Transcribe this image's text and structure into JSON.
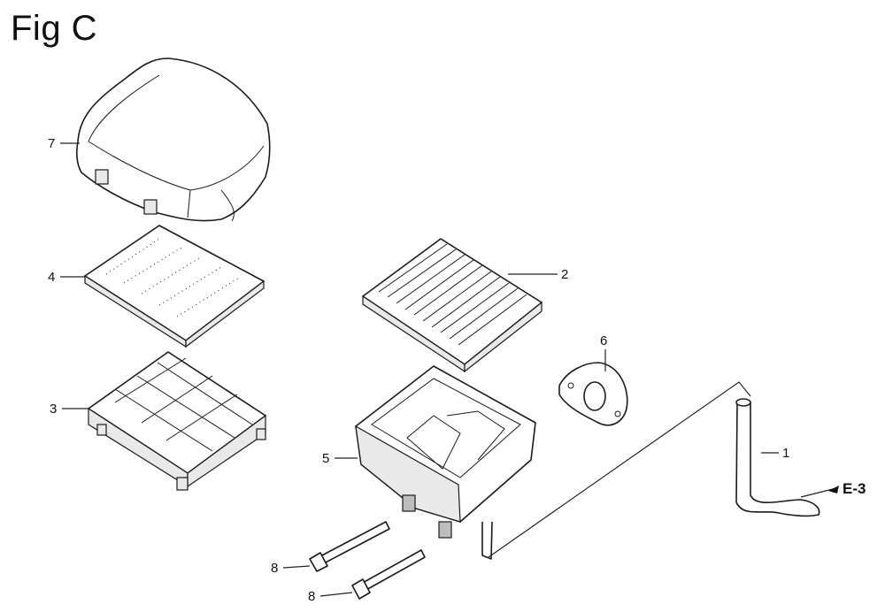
{
  "title": "Fig C",
  "callouts": {
    "c1": "1",
    "c2": "2",
    "c3": "3",
    "c4": "4",
    "c5": "5",
    "c6": "6",
    "c7": "7",
    "c8a": "8",
    "c8b": "8"
  },
  "reference": "E-3",
  "colors": {
    "line": "#1a1a1a",
    "background": "#ffffff"
  }
}
